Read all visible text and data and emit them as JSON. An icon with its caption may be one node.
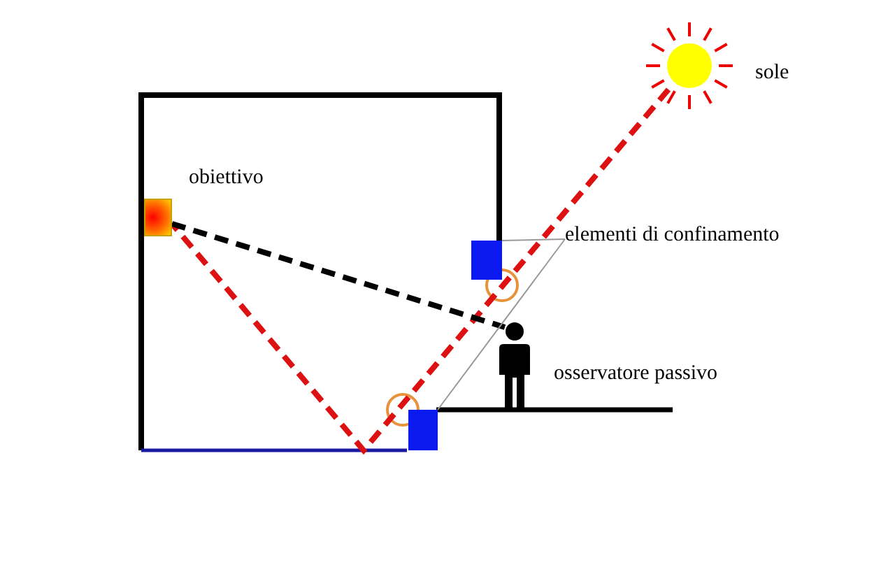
{
  "diagram": {
    "nodes": [
      {
        "text": [],
        "shape": "circle",
        "beside": [
          "sole"
        ]
      },
      {
        "text": [
          "obiettivo"
        ]
      },
      {
        "text": [],
        "shape": "person",
        "beside": [
          "osservatore passivo"
        ]
      },
      {
        "text": [
          "elementi di confinamento"
        ]
      },
      {
        "text": [],
        "shape": "box"
      },
      {
        "text": [],
        "shape": "box"
      }
    ],
    "edges": [
      {
        "from": 0,
        "to": 1,
        "arrow": "none",
        "style": "dashed",
        "color": "#dd1111"
      },
      {
        "from": 1,
        "to": 2,
        "arrow": "none",
        "style": "dashed",
        "color": "#000000"
      },
      {
        "from": 3,
        "to": 4,
        "arrow": "none",
        "color": "#999999"
      },
      {
        "from": 3,
        "to": 5,
        "arrow": "none",
        "color": "#999999"
      }
    ]
  }
}
